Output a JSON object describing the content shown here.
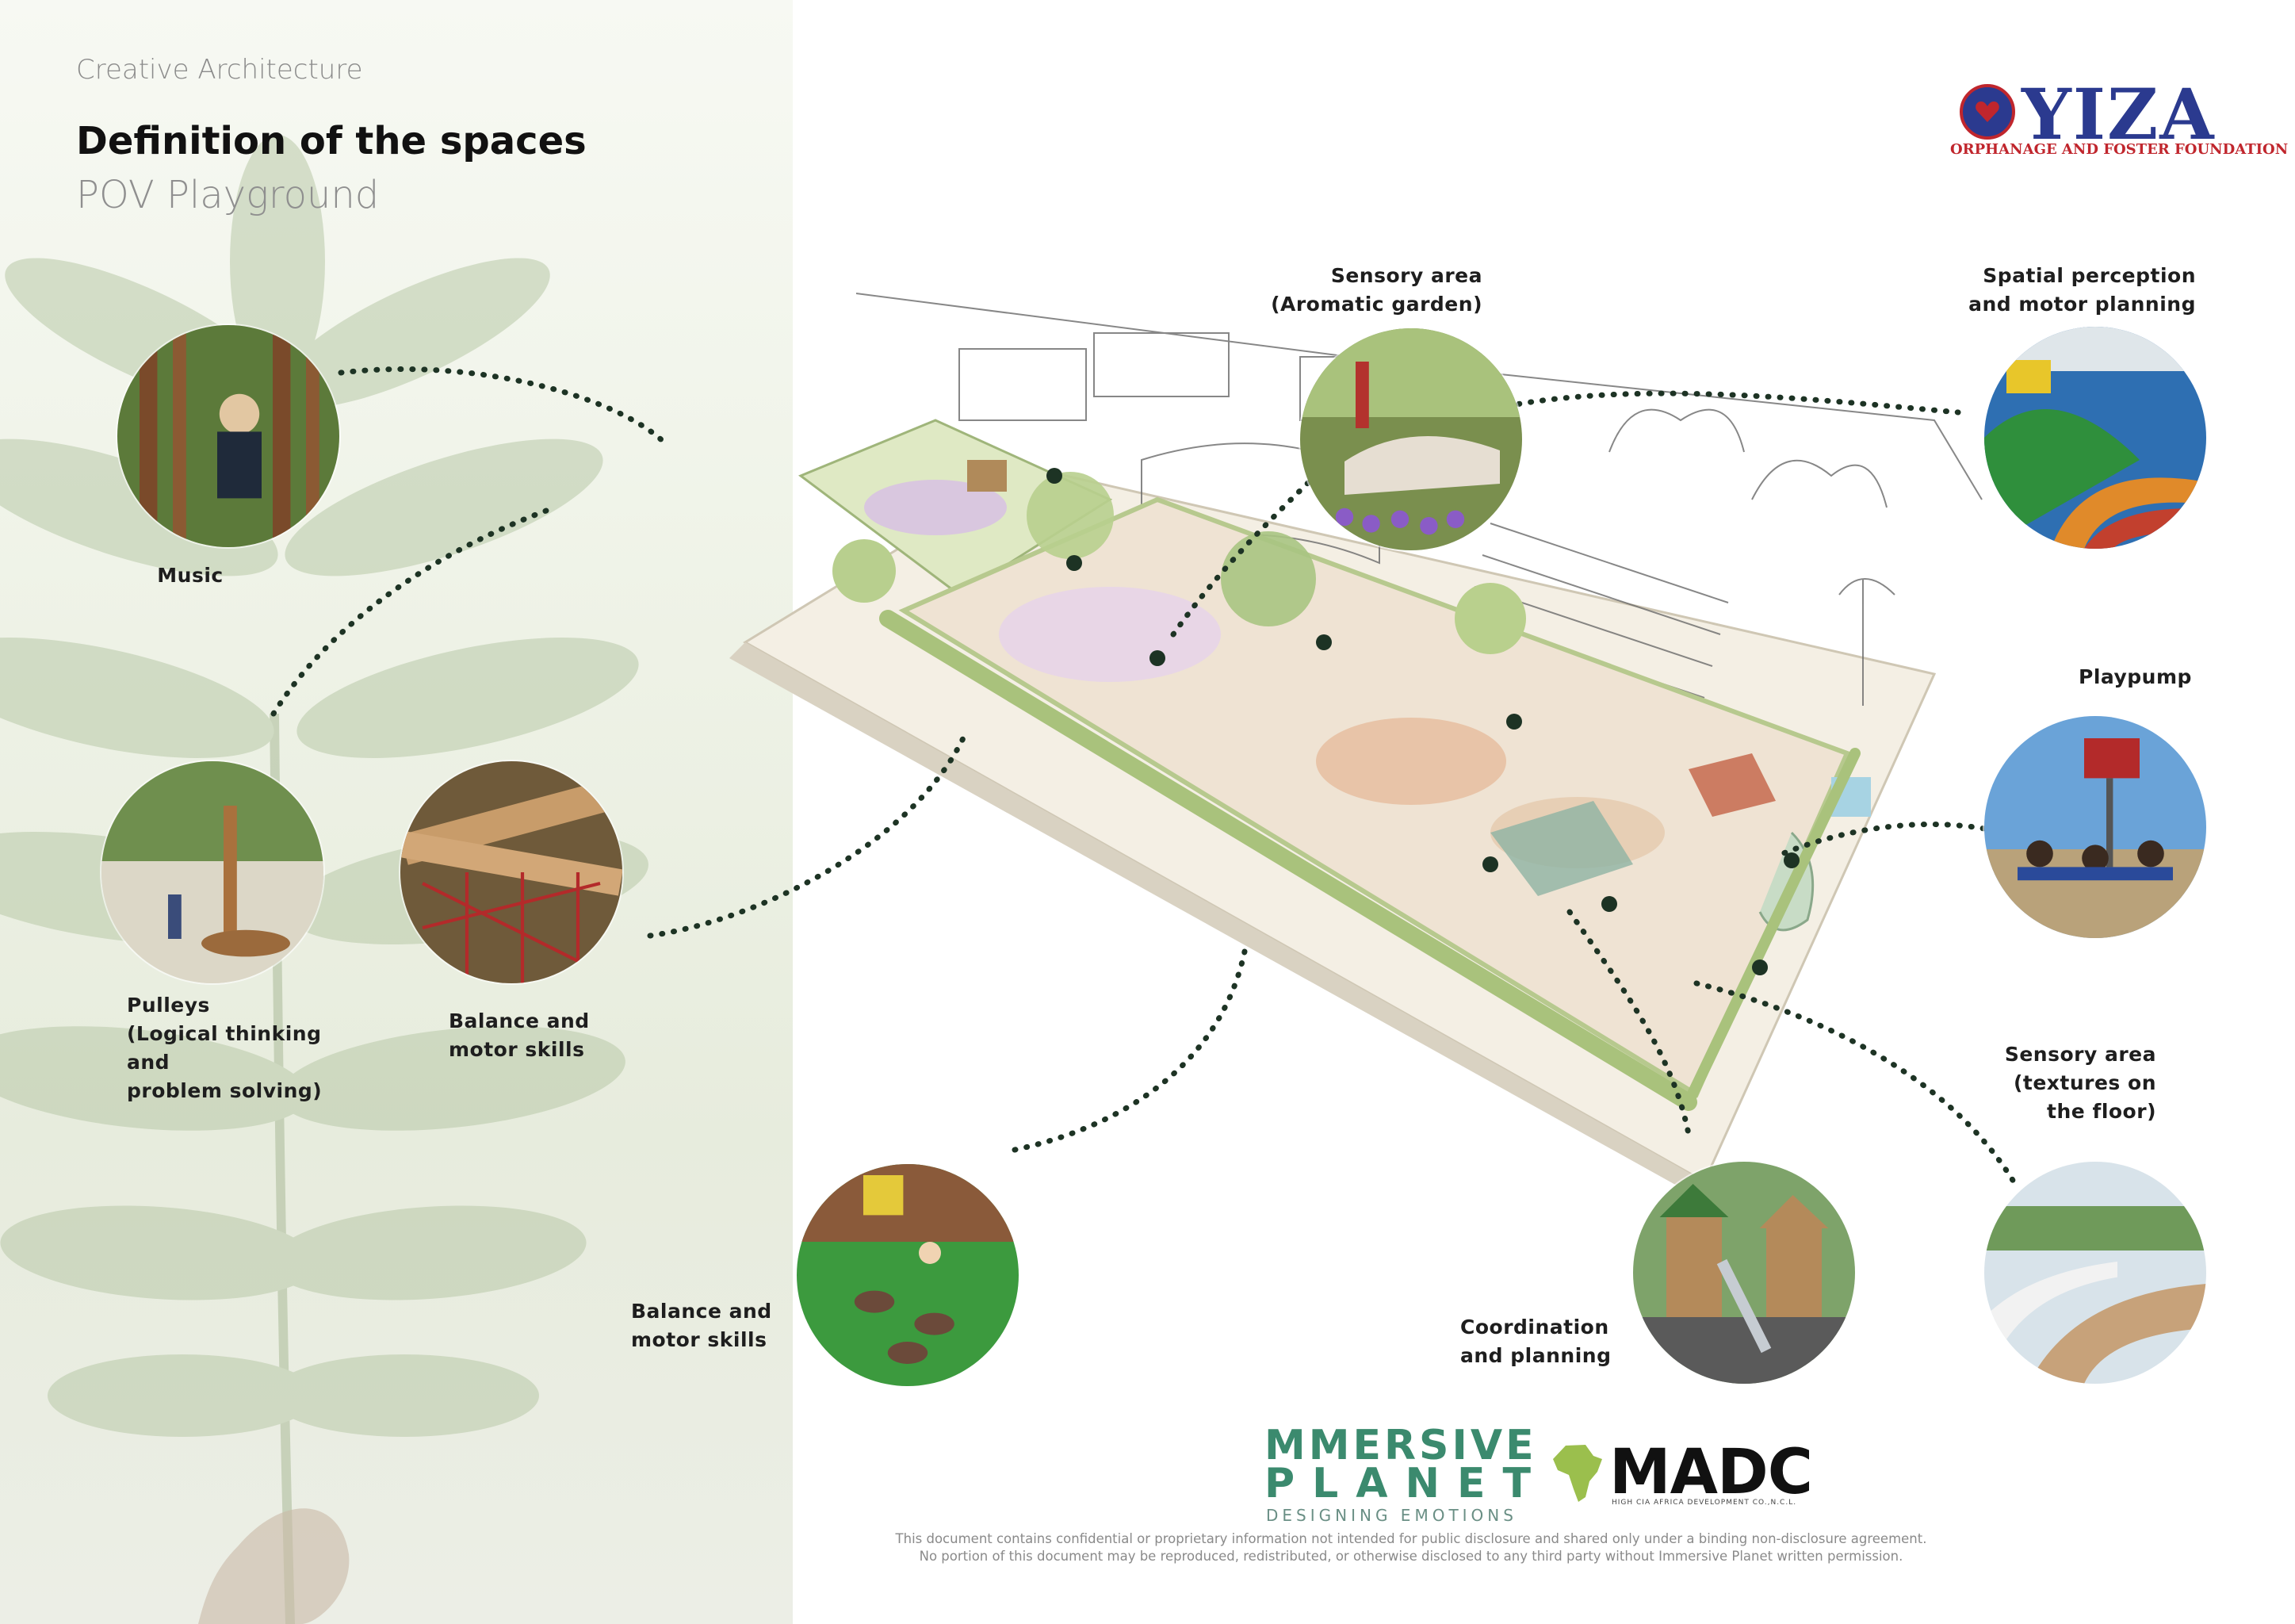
{
  "header": {
    "kicker": "Creative Architecture",
    "title": "Definition of the spaces",
    "subtitle": "POV Playground"
  },
  "labels": {
    "music": "Music",
    "pulleys": [
      "Pulleys",
      "(Logical thinking",
      "and",
      "problem solving)"
    ],
    "balance_left": [
      "Balance and",
      "motor skills"
    ],
    "balance_bottom": [
      "Balance and",
      "motor skills"
    ],
    "sensory_aromatic": [
      "Sensory area",
      "(Aromatic garden)"
    ],
    "spatial": [
      "Spatial perception",
      "and motor planning"
    ],
    "playpump": "Playpump",
    "sensory_textures": [
      "Sensory area",
      "(textures on",
      "the floor)"
    ],
    "coordination": [
      "Coordination",
      "and planning"
    ]
  },
  "logos": {
    "yiza_word": "YIZA",
    "yiza_tagline": "ORPHANAGE AND FOSTER FOUNDATION",
    "immersive_line1": "MMERSIVE",
    "immersive_line2": "PLANET",
    "immersive_tagline": "DESIGNING EMOTIONS",
    "madc_word": "MADC",
    "madc_tagline": "HIGH CIA AFRICA DEVELOPMENT CO.,N.C.L."
  },
  "disclaimer": [
    "This document contains confidential or proprietary information not intended for public disclosure and shared only under a binding non-disclosure agreement.",
    "No portion of this document may be reproduced, redistributed, or otherwise disclosed to any third party without Immersive Planet written permission."
  ],
  "colors": {
    "accent_green": "#3b8a6e",
    "yiza_blue": "#2b3a8f",
    "yiza_red": "#c0262d",
    "callout_dot": "#1d3324"
  }
}
